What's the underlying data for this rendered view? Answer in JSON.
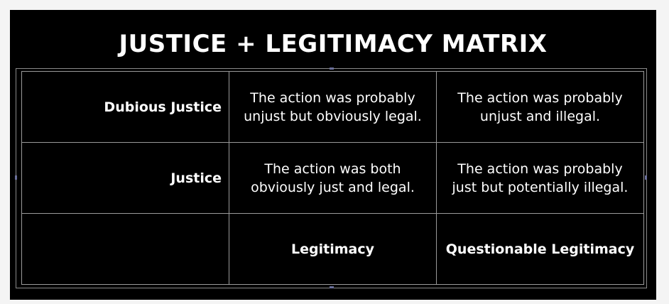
{
  "title": "JUSTICE + LEGITIMACY MATRIX",
  "rows": [
    {
      "label": "Dubious Justice",
      "cells": [
        "The action was probably unjust but obviously legal.",
        "The action was probably unjust and illegal."
      ]
    },
    {
      "label": "Justice",
      "cells": [
        "The action was both obviously just and legal.",
        "The action was probably just but potentially illegal."
      ]
    }
  ],
  "columns": [
    "Legitimacy",
    "Questionable Legitimacy"
  ],
  "colors": {
    "background": "#000000",
    "text": "#ffffff",
    "grid_line": "#9a9a9a"
  }
}
